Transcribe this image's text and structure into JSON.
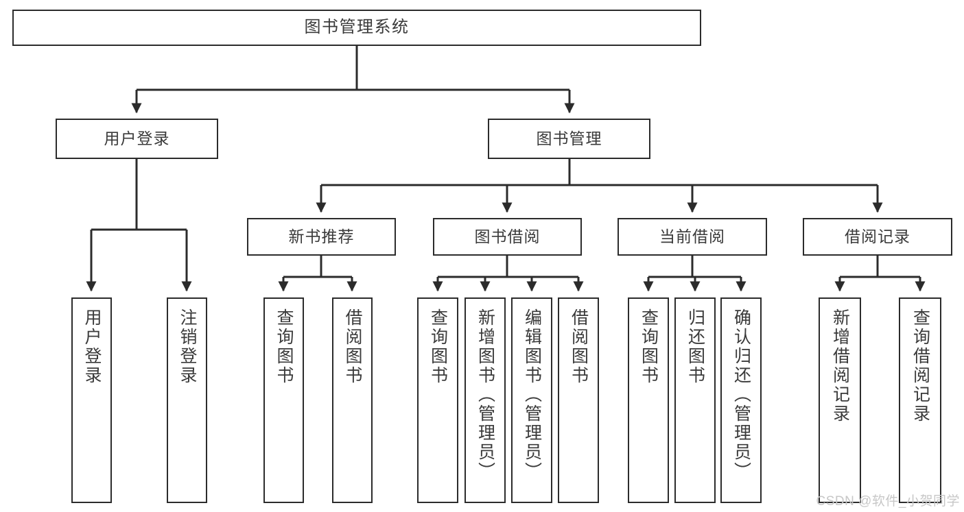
{
  "diagram": {
    "title": "图书管理系统",
    "type": "tree-hierarchy",
    "watermark": "CSDN @软件_小贺同学",
    "colors": {
      "background": "#ffffff",
      "box_border": "#2b2b2b",
      "text": "#3a3a3a",
      "connector": "#2b2b2b",
      "watermark": "#c7c7c7"
    },
    "levels": {
      "root": "图书管理系统",
      "level2": [
        "用户登录",
        "图书管理"
      ],
      "level3": [
        "新书推荐",
        "图书借阅",
        "当前借阅",
        "借阅记录"
      ]
    },
    "nodes": {
      "root": {
        "label": "图书管理系统"
      },
      "user_login": {
        "label": "用户登录"
      },
      "book_manage": {
        "label": "图书管理"
      },
      "new_book_rec": {
        "label": "新书推荐"
      },
      "book_borrow": {
        "label": "图书借阅"
      },
      "current_borrow": {
        "label": "当前借阅"
      },
      "borrow_record": {
        "label": "借阅记录"
      },
      "leaf_user_login": {
        "label": "用户登录"
      },
      "leaf_logout": {
        "label": "注销登录"
      },
      "leaf_query_book_1": {
        "label": "查询图书"
      },
      "leaf_borrow_book_1": {
        "label": "借阅图书"
      },
      "leaf_query_book_2": {
        "label": "查询图书"
      },
      "leaf_add_book": {
        "label": "新增图书（管理员）"
      },
      "leaf_edit_book": {
        "label": "编辑图书（管理员）"
      },
      "leaf_borrow_book_2": {
        "label": "借阅图书"
      },
      "leaf_query_book_3": {
        "label": "查询图书"
      },
      "leaf_return_book": {
        "label": "归还图书"
      },
      "leaf_confirm_return": {
        "label": "确认归还（管理员）"
      },
      "leaf_add_record": {
        "label": "新增借阅记录"
      },
      "leaf_query_record": {
        "label": "查询借阅记录"
      }
    },
    "edges": [
      {
        "from": "root",
        "to": "user_login"
      },
      {
        "from": "root",
        "to": "book_manage"
      },
      {
        "from": "book_manage",
        "to": "new_book_rec"
      },
      {
        "from": "book_manage",
        "to": "book_borrow"
      },
      {
        "from": "book_manage",
        "to": "current_borrow"
      },
      {
        "from": "book_manage",
        "to": "borrow_record"
      },
      {
        "from": "user_login",
        "to": "leaf_user_login"
      },
      {
        "from": "user_login",
        "to": "leaf_logout"
      },
      {
        "from": "new_book_rec",
        "to": "leaf_query_book_1"
      },
      {
        "from": "new_book_rec",
        "to": "leaf_borrow_book_1"
      },
      {
        "from": "book_borrow",
        "to": "leaf_query_book_2"
      },
      {
        "from": "book_borrow",
        "to": "leaf_add_book"
      },
      {
        "from": "book_borrow",
        "to": "leaf_edit_book"
      },
      {
        "from": "book_borrow",
        "to": "leaf_borrow_book_2"
      },
      {
        "from": "current_borrow",
        "to": "leaf_query_book_3"
      },
      {
        "from": "current_borrow",
        "to": "leaf_return_book"
      },
      {
        "from": "current_borrow",
        "to": "leaf_confirm_return"
      },
      {
        "from": "borrow_record",
        "to": "leaf_add_record"
      },
      {
        "from": "borrow_record",
        "to": "leaf_query_record"
      }
    ]
  }
}
